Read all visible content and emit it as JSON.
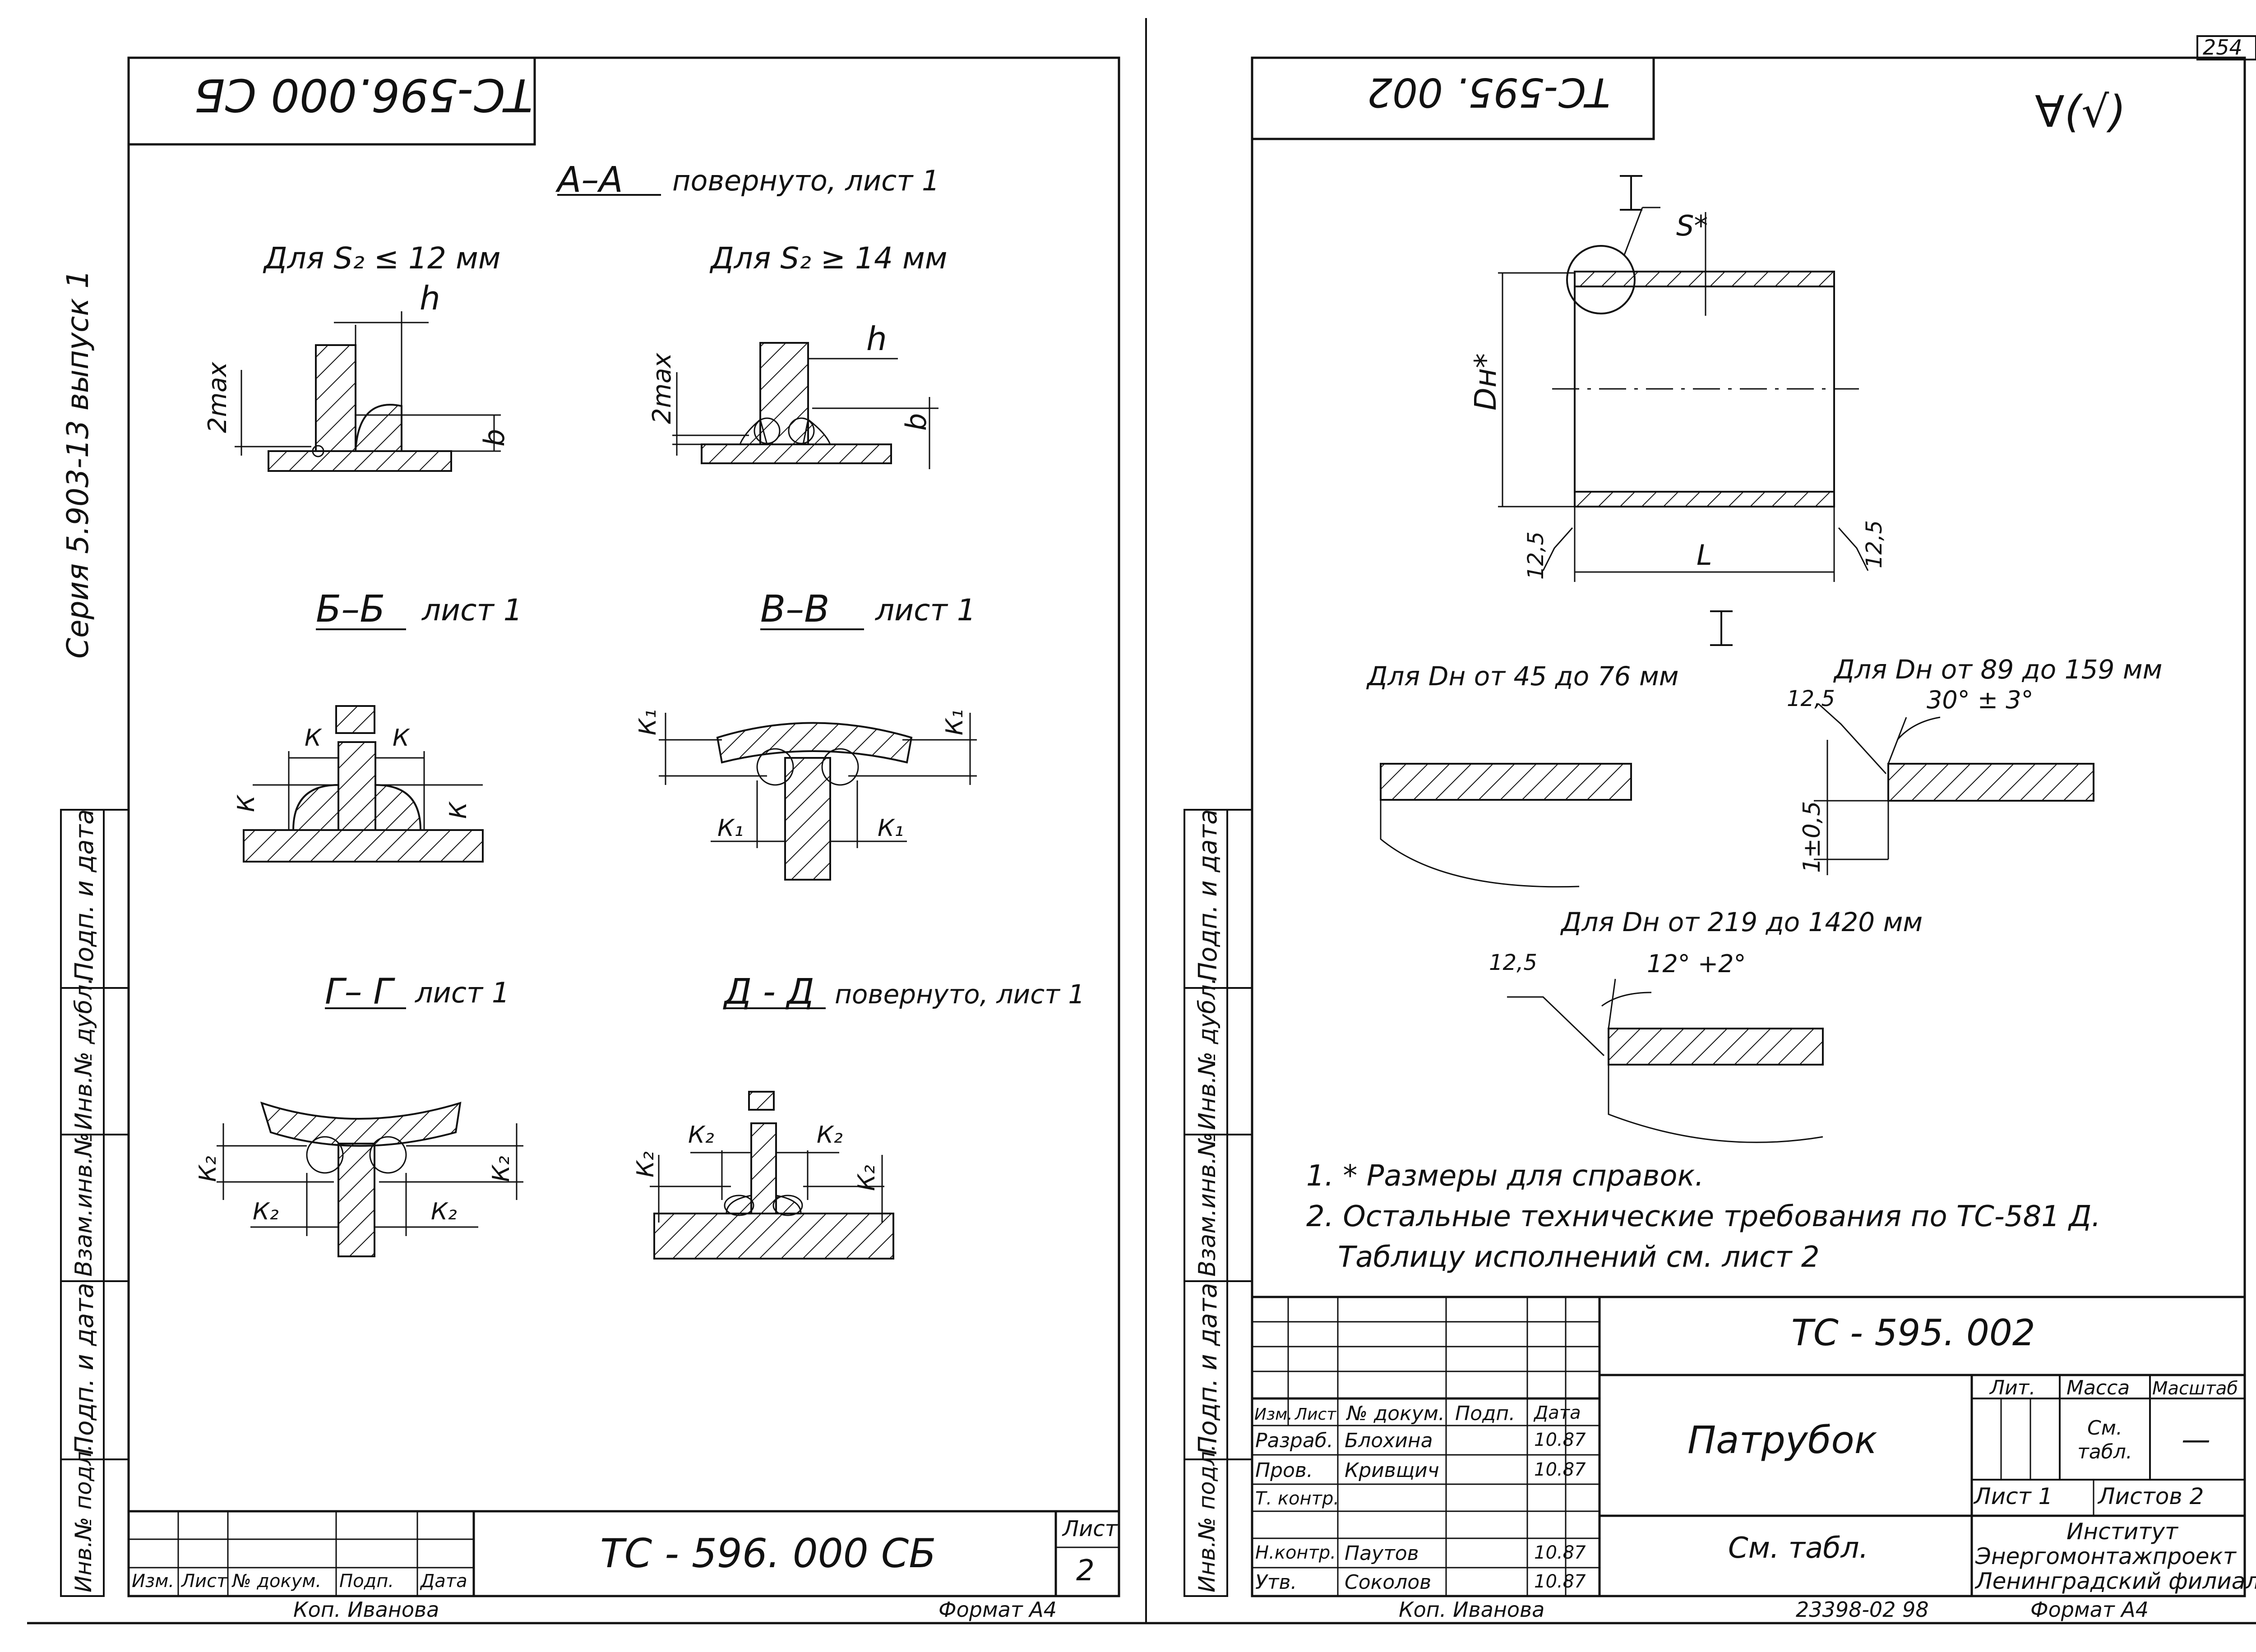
{
  "page_number": "254",
  "left_sheet": {
    "code_top_mirrored": "ТС-596.000 СБ",
    "side_series": "Серия 5.903-13 выпуск 1",
    "side_fields": [
      "Подп. и дата",
      "Инв.№ дубл.",
      "Взам.инв.№",
      "Подп. и дата",
      "Инв.№ подл."
    ],
    "section_aa": {
      "title": "А–А",
      "note": "повернуто, лист 1"
    },
    "case1_label": "Для S₂ ≤ 12 мм",
    "case2_label": "Для S₂ ≥ 14 мм",
    "dim_h": "h",
    "dim_2max": "2max",
    "dim_b": "b",
    "section_bb": {
      "title": "Б–Б",
      "note": "лист 1"
    },
    "section_vv": {
      "title": "В–В",
      "note": "лист 1"
    },
    "section_gg": {
      "title": "Г– Г",
      "note": "лист 1"
    },
    "section_dd": {
      "title": "Д - Д",
      "note": "повернуто, лист 1"
    },
    "dim_k": "К",
    "dim_k1": "К₁",
    "dim_k2": "К₂",
    "stamp": {
      "headers": [
        "Изм.",
        "Лист",
        "№ докум.",
        "Подп.",
        "Дата"
      ],
      "code": "ТС - 596. 000 СБ",
      "sheet_label": "Лист",
      "sheet_value": "2"
    },
    "footer_copied": "Коп. Иванова",
    "footer_format": "Формат А4"
  },
  "right_sheet": {
    "code_top_mirrored": "ТС-595. 002",
    "corner_roughness": "∀(√)",
    "view_mark": "I",
    "dim_s": "S*",
    "dim_dh": "Dн*",
    "dim_l": "L",
    "rough_12_5": "12,5",
    "case1_label": "Для Dн от 45 до 76 мм",
    "case2_label": "Для Dн от 89 до 159 мм",
    "case2_angle": "30° ± 3°",
    "case2_land": "1±0,5",
    "case3_label": "Для Dн от 219 до 1420 мм",
    "case3_angle": "12° +2°",
    "notes": [
      "1. * Размеры для справок.",
      "2. Остальные технические требования по ТС-581 Д.",
      "Таблицу исполнений см. лист 2"
    ],
    "side_fields": [
      "Подп. и дата",
      "Инв.№ дубл.",
      "Взам.инв.№",
      "Подп. и дата",
      "Инв.№ подл."
    ],
    "stamp": {
      "code": "ТС - 595. 002",
      "headers": [
        "Изм.",
        "Лист",
        "№ докум.",
        "Подп.",
        "Дата"
      ],
      "rows": [
        {
          "role": "Разраб.",
          "name": "Блохина",
          "date": "10.87"
        },
        {
          "role": "Пров.",
          "name": "Кривщич",
          "date": "10.87"
        },
        {
          "role": "Т. контр.",
          "name": "",
          "date": ""
        },
        {
          "role": "Н.контр.",
          "name": "Паутов",
          "date": "10.87"
        },
        {
          "role": "Утв.",
          "name": "Соколов",
          "date": "10.87"
        }
      ],
      "title": "Патрубок",
      "material": "См. табл.",
      "lit_label": "Лит.",
      "mass_label": "Масса",
      "scale_label": "Масштаб",
      "mass_value": "См. табл.",
      "scale_value": "—",
      "sheet_label": "Лист 1",
      "sheets_label": "Листов 2",
      "org_line1": "Институт",
      "org_line2": "Энергомонтажпроект",
      "org_line3": "Ленинградский филиал"
    },
    "footer_copied": "Коп. Иванова",
    "footer_number": "23398-02  98",
    "footer_format": "Формат А4"
  }
}
